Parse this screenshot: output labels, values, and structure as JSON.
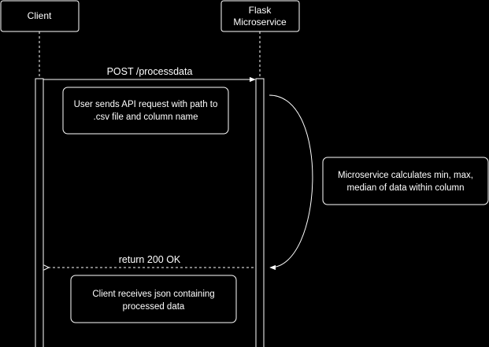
{
  "participants": {
    "client": {
      "label": "Client"
    },
    "service": {
      "label_line1": "Flask",
      "label_line2": "Microservice"
    }
  },
  "messages": {
    "request": {
      "label": "POST /processdata"
    },
    "response": {
      "label": "return 200 OK"
    }
  },
  "notes": {
    "request_note": {
      "line1": "User sends API request with path to",
      "line2": ".csv file and column name"
    },
    "processing_note": {
      "line1": "Microservice calculates min, max,",
      "line2": "median of data within column"
    },
    "response_note": {
      "line1": "Client receives json containing",
      "line2": "processed data"
    }
  },
  "colors": {
    "background": "#000000",
    "stroke": "#ffffff",
    "text": "#ffffff"
  }
}
